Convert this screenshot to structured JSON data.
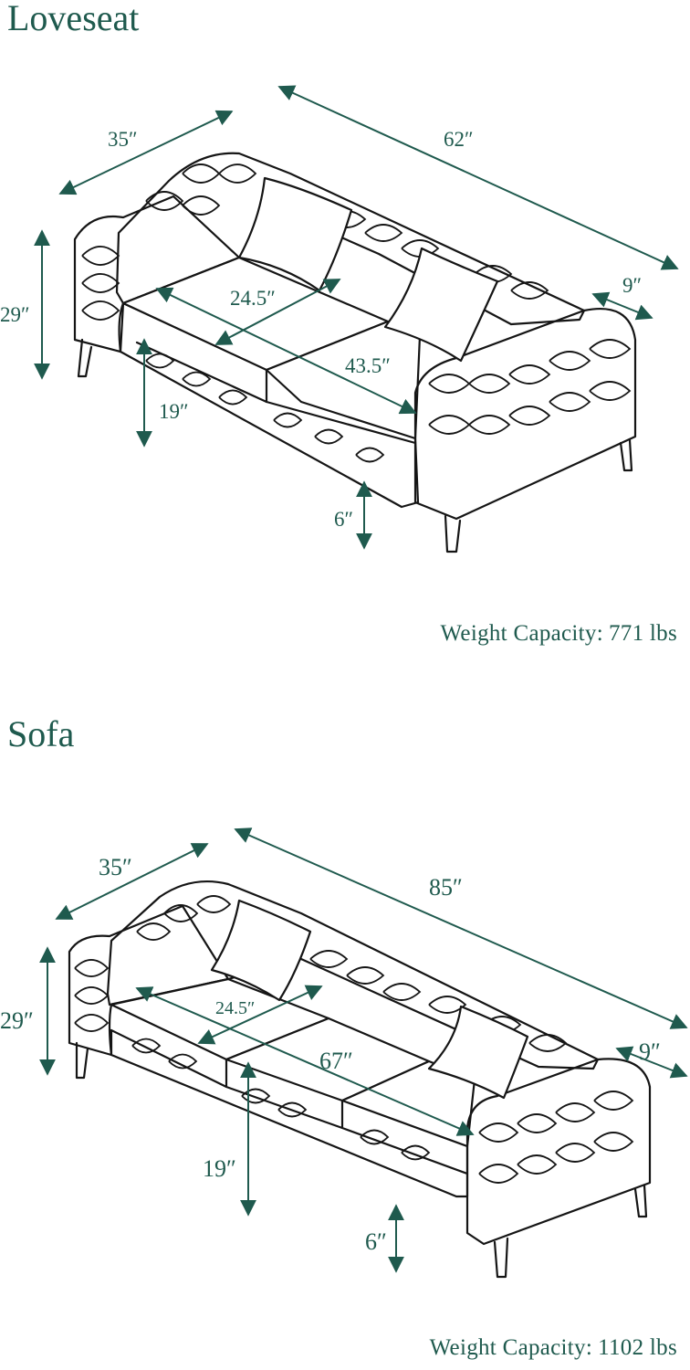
{
  "loveseat": {
    "title": "Loveseat",
    "dimensions": {
      "depth": "35″",
      "width": "62″",
      "height": "29″",
      "seat_depth": "24.5″",
      "arm_width": "9″",
      "seat_width": "43.5″",
      "seat_height": "19″",
      "leg_height": "6″"
    },
    "weight_label": "Weight Capacity:",
    "weight_value": "771 lbs"
  },
  "sofa": {
    "title": "Sofa",
    "dimensions": {
      "depth": "35″",
      "width": "85″",
      "height": "29″",
      "seat_depth": "24.5″",
      "arm_width": "9″",
      "seat_width": "67″",
      "seat_height": "19″",
      "leg_height": "6″"
    },
    "weight_label": "Weight Capacity:",
    "weight_value": "1102 lbs"
  },
  "colors": {
    "accent": "#1f5a4e",
    "line": "#151515"
  }
}
